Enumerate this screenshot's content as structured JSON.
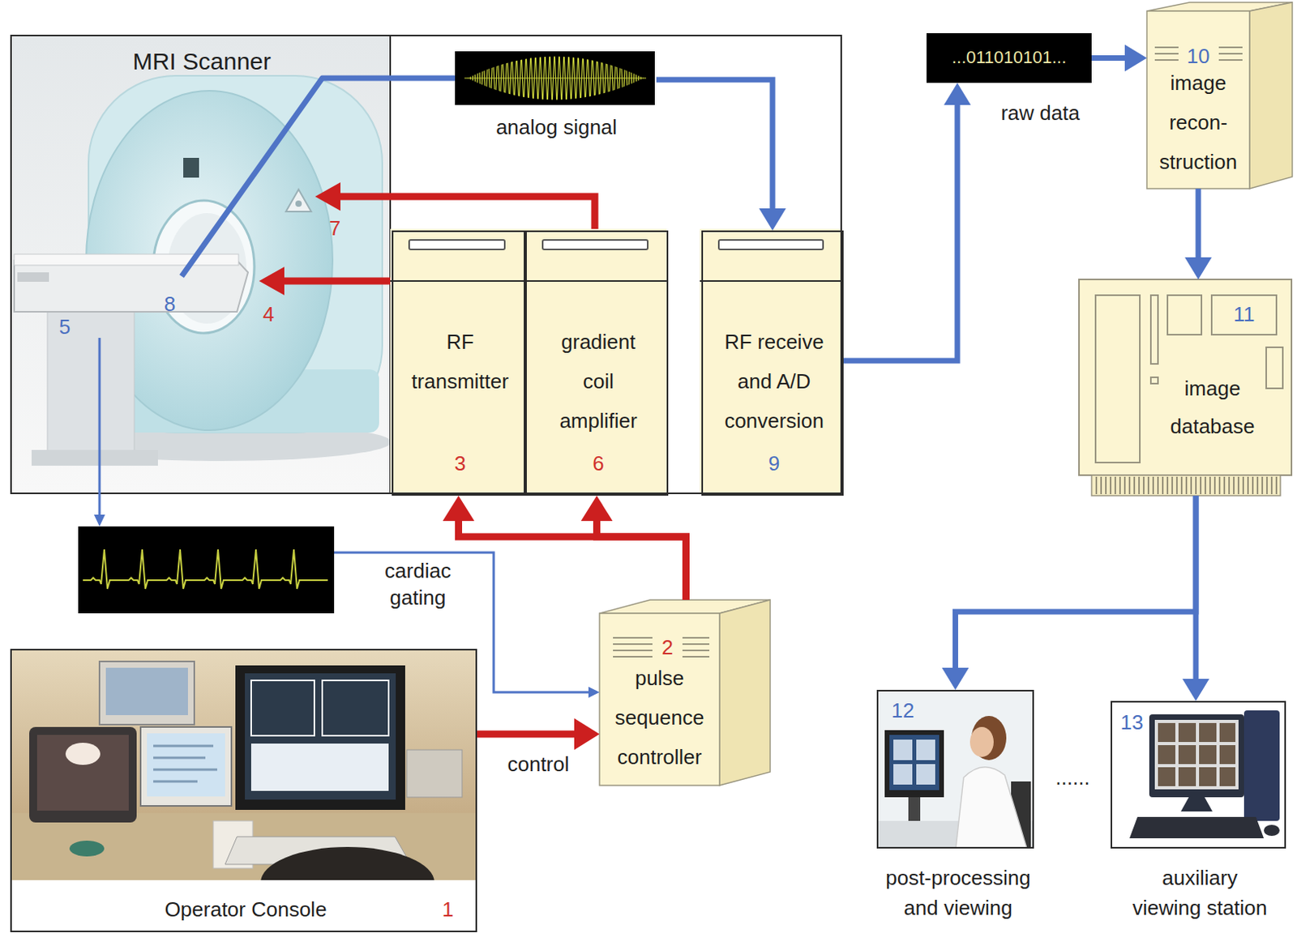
{
  "diagram": {
    "nodes": [
      {
        "text": [
          "MRI Scanner"
        ]
      },
      {
        "text": [
          "analog signal"
        ],
        "in": 0
      },
      {
        "text": [
          "RF transmitter",
          "3"
        ],
        "in": 0
      },
      {
        "text": [
          "gradient coil amplifier",
          "6"
        ],
        "in": 0
      },
      {
        "text": [
          "RF receive and A/D conversion",
          "9"
        ],
        "in": 0
      },
      {
        "text": [
          "...011010101...",
          "raw data"
        ]
      },
      {
        "text": [
          "10",
          "image recon- struction"
        ]
      },
      {
        "text": [
          "11",
          "image database"
        ]
      },
      {
        "text": [
          "2",
          "pulse sequence controller"
        ]
      },
      {
        "text": [
          "Operator Console",
          "1"
        ]
      },
      {
        "text": [
          "12",
          "post-processing and viewing"
        ]
      },
      {
        "text": [
          "13",
          "auxiliary viewing station"
        ]
      }
    ],
    "edges": [
      {
        "from": 1,
        "to": 4,
        "arrow": "to"
      },
      {
        "from": 4,
        "to": 5,
        "arrow": "to"
      },
      {
        "from": 5,
        "to": 6,
        "arrow": "to"
      },
      {
        "from": 6,
        "to": 7,
        "arrow": "to"
      },
      {
        "from": 7,
        "to": 10,
        "arrow": "to"
      },
      {
        "from": 7,
        "to": 11,
        "arrow": "to"
      },
      {
        "from": 9,
        "to": 8,
        "label": "control",
        "arrow": "to"
      },
      {
        "from": 8,
        "to": 2,
        "arrow": "to"
      },
      {
        "from": 8,
        "to": 3,
        "arrow": "to"
      }
    ],
    "labels": [
      "8",
      "4",
      "7",
      "5",
      "cardiac gating",
      "......"
    ]
  }
}
